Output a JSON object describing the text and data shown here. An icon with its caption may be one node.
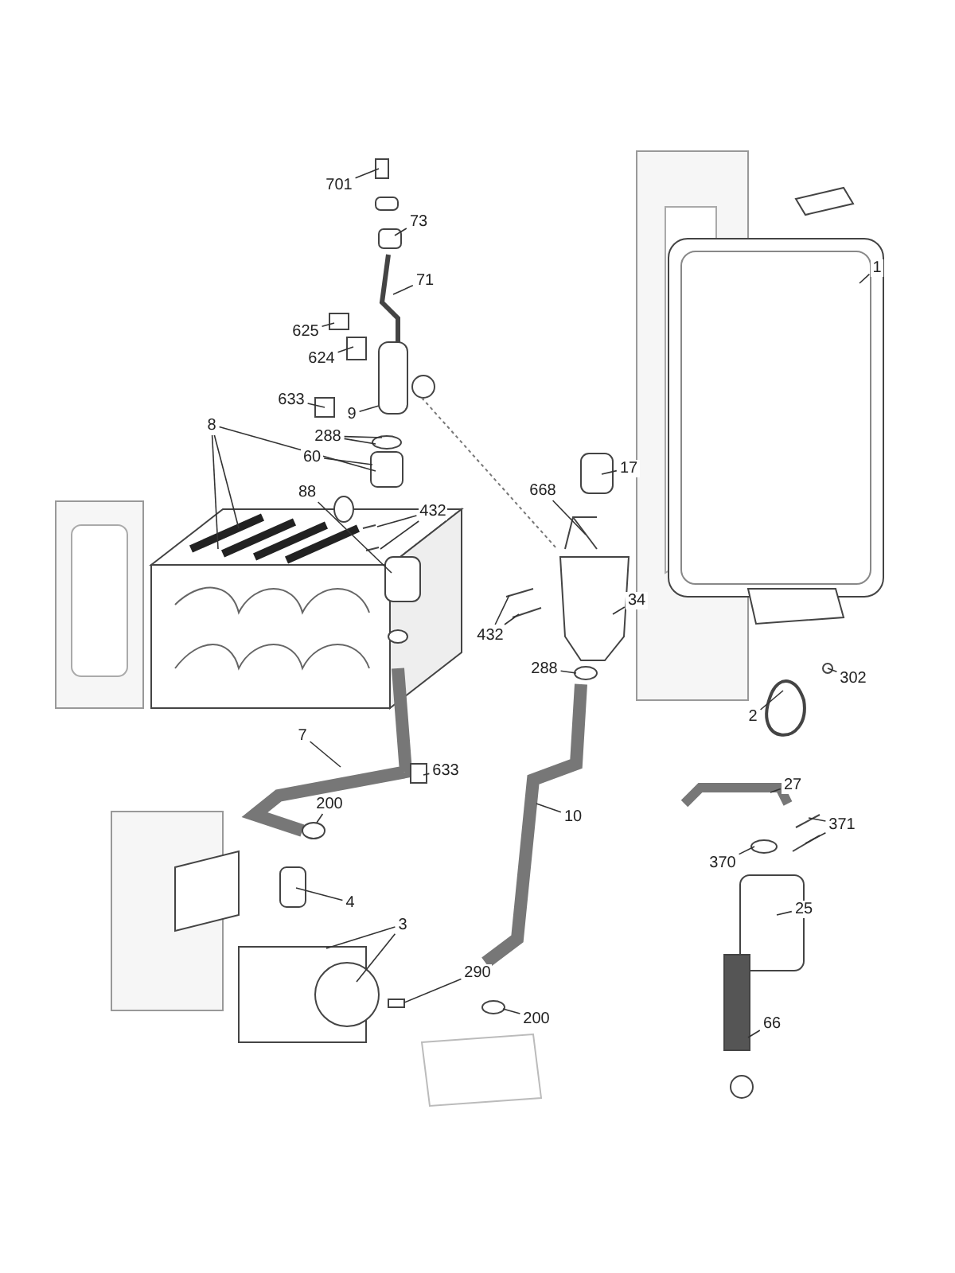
{
  "diagram": {
    "nodes": [
      {
        "text": [
          "701"
        ]
      },
      {
        "text": [
          "73"
        ]
      },
      {
        "text": [
          "1"
        ]
      },
      {
        "text": [
          "71"
        ]
      },
      {
        "text": [
          "625"
        ]
      },
      {
        "text": [
          "624"
        ]
      },
      {
        "text": [
          "633"
        ]
      },
      {
        "text": [
          "9"
        ]
      },
      {
        "text": [
          "8"
        ]
      },
      {
        "text": [
          "288"
        ]
      },
      {
        "text": [
          "60"
        ]
      },
      {
        "text": [
          "17"
        ]
      },
      {
        "text": [
          "668"
        ]
      },
      {
        "text": [
          "88"
        ]
      },
      {
        "text": [
          "432"
        ]
      },
      {
        "text": [
          "34"
        ]
      },
      {
        "text": [
          "432"
        ]
      },
      {
        "text": [
          "288"
        ]
      },
      {
        "text": [
          "302"
        ]
      },
      {
        "text": [
          "2"
        ]
      },
      {
        "text": [
          "7"
        ]
      },
      {
        "text": [
          "633"
        ]
      },
      {
        "text": [
          "27"
        ]
      },
      {
        "text": [
          "200"
        ]
      },
      {
        "text": [
          "10"
        ]
      },
      {
        "text": [
          "371"
        ]
      },
      {
        "text": [
          "370"
        ]
      },
      {
        "text": [
          "4"
        ]
      },
      {
        "text": [
          "25"
        ]
      },
      {
        "text": [
          "3"
        ]
      },
      {
        "text": [
          "290"
        ]
      },
      {
        "text": [
          "200"
        ]
      },
      {
        "text": [
          "66"
        ]
      }
    ],
    "edges": [
      {
        "from": 0,
        "to": null,
        "arrow": "none"
      },
      {
        "from": 1,
        "to": null,
        "arrow": "none"
      },
      {
        "from": 2,
        "to": null,
        "arrow": "none"
      },
      {
        "from": 3,
        "to": null,
        "arrow": "none"
      },
      {
        "from": 4,
        "to": null,
        "arrow": "none"
      },
      {
        "from": 5,
        "to": null,
        "arrow": "none"
      },
      {
        "from": 6,
        "to": null,
        "arrow": "none"
      },
      {
        "from": 7,
        "to": null,
        "arrow": "none"
      },
      {
        "from": 8,
        "to": null,
        "arrow": "none"
      },
      {
        "from": 8,
        "to": null,
        "arrow": "none"
      },
      {
        "from": 8,
        "to": null,
        "arrow": "none"
      },
      {
        "from": 9,
        "to": null,
        "arrow": "none"
      },
      {
        "from": 9,
        "to": null,
        "arrow": "none"
      },
      {
        "from": 10,
        "to": null,
        "arrow": "none"
      },
      {
        "from": 11,
        "to": null,
        "arrow": "none"
      },
      {
        "from": 12,
        "to": null,
        "arrow": "none"
      },
      {
        "from": 13,
        "to": null,
        "arrow": "none"
      },
      {
        "from": 14,
        "to": null,
        "arrow": "none"
      },
      {
        "from": 14,
        "to": null,
        "arrow": "none"
      },
      {
        "from": 15,
        "to": null,
        "arrow": "none"
      },
      {
        "from": 16,
        "to": null,
        "arrow": "none"
      },
      {
        "from": 16,
        "to": null,
        "arrow": "none"
      },
      {
        "from": 17,
        "to": null,
        "arrow": "none"
      },
      {
        "from": 18,
        "to": null,
        "arrow": "none"
      },
      {
        "from": 19,
        "to": null,
        "arrow": "none"
      },
      {
        "from": 20,
        "to": null,
        "arrow": "none"
      },
      {
        "from": 21,
        "to": null,
        "arrow": "none"
      },
      {
        "from": 22,
        "to": null,
        "arrow": "none"
      },
      {
        "from": 23,
        "to": null,
        "arrow": "none"
      },
      {
        "from": 24,
        "to": null,
        "arrow": "none"
      },
      {
        "from": 25,
        "to": null,
        "arrow": "none"
      },
      {
        "from": 25,
        "to": null,
        "arrow": "none"
      },
      {
        "from": 26,
        "to": null,
        "arrow": "none"
      },
      {
        "from": 27,
        "to": null,
        "arrow": "none"
      },
      {
        "from": 28,
        "to": null,
        "arrow": "none"
      },
      {
        "from": 29,
        "to": null,
        "arrow": "none"
      },
      {
        "from": 29,
        "to": null,
        "arrow": "none"
      },
      {
        "from": 30,
        "to": null,
        "arrow": "none"
      },
      {
        "from": 31,
        "to": null,
        "arrow": "none"
      },
      {
        "from": 32,
        "to": null,
        "arrow": "none"
      }
    ]
  }
}
